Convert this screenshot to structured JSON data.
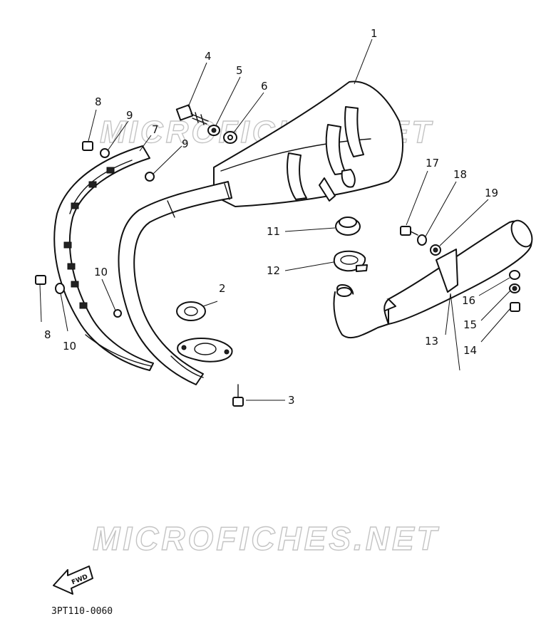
{
  "watermarks": [
    "MICROFICHES.NET",
    "MICROFICHES.NET"
  ],
  "callouts": [
    {
      "id": "c1",
      "label": "1"
    },
    {
      "id": "c2",
      "label": "2"
    },
    {
      "id": "c3",
      "label": "3"
    },
    {
      "id": "c4",
      "label": "4"
    },
    {
      "id": "c5",
      "label": "5"
    },
    {
      "id": "c6",
      "label": "6"
    },
    {
      "id": "c7",
      "label": "7"
    },
    {
      "id": "c8a",
      "label": "8"
    },
    {
      "id": "c8b",
      "label": "8"
    },
    {
      "id": "c9a",
      "label": "9"
    },
    {
      "id": "c9b",
      "label": "9"
    },
    {
      "id": "c10a",
      "label": "10"
    },
    {
      "id": "c10b",
      "label": "10"
    },
    {
      "id": "c11",
      "label": "11"
    },
    {
      "id": "c12",
      "label": "12"
    },
    {
      "id": "c13",
      "label": "13"
    },
    {
      "id": "c14",
      "label": "14"
    },
    {
      "id": "c15",
      "label": "15"
    },
    {
      "id": "c16",
      "label": "16"
    },
    {
      "id": "c17",
      "label": "17"
    },
    {
      "id": "c18",
      "label": "18"
    },
    {
      "id": "c19",
      "label": "19"
    }
  ],
  "fwd_label": "FWD",
  "drawing_code": "3PT110-0060",
  "icons": {
    "forward_arrow": "forward-arrow-icon"
  }
}
